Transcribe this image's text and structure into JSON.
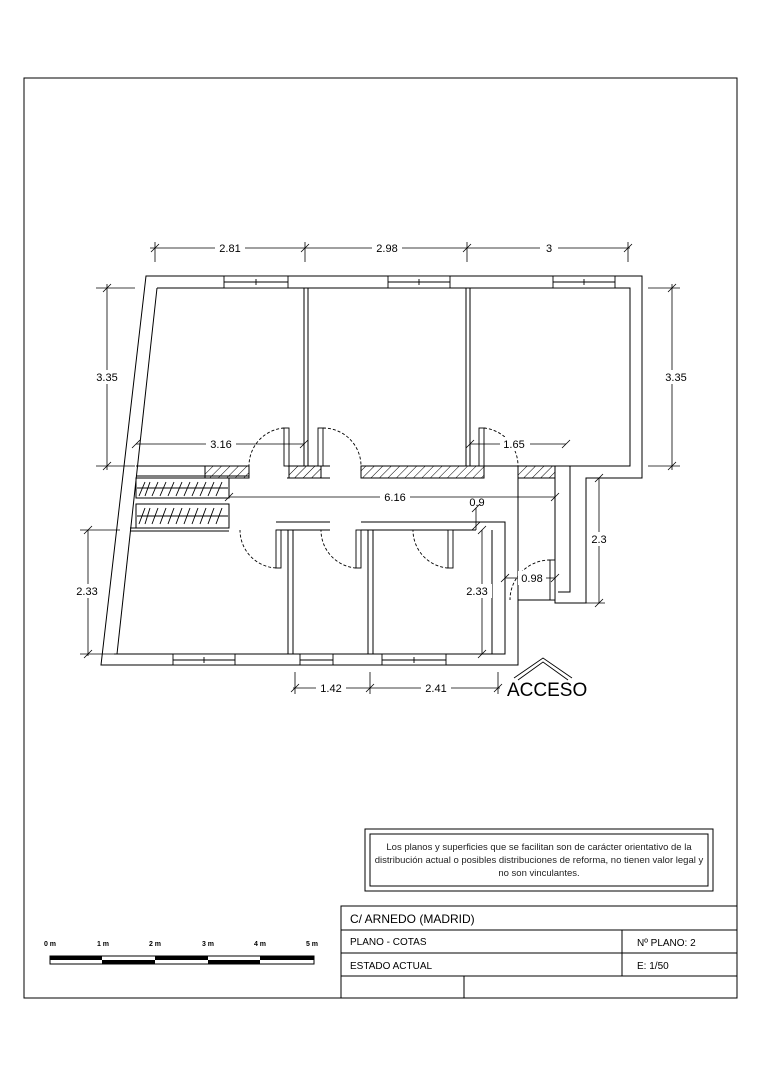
{
  "plan": {
    "dims_top": [
      "2.81",
      "2.98",
      "3"
    ],
    "dim_left_upper": "3.35",
    "dim_right_upper": "3.35",
    "dim_corridor_left": "3.16",
    "dim_corridor_right": "1.65",
    "dim_hall": "6.16",
    "dim_hall_end": "0.9",
    "dim_left_lower": "2.33",
    "dim_mid_lower": "2.33",
    "dim_right_side": "2.3",
    "dim_door": "0.98",
    "dims_bottom": [
      "1.42",
      "2.41"
    ],
    "access_label": "ACCESO"
  },
  "disclaimer": "Los planos y superficies que se facilitan son de carácter orientativo de la distribución actual o posibles distribuciones de reforma, no tienen valor legal y no son vinculantes.",
  "title_block": {
    "address": "C/  ARNEDO   (MADRID)",
    "plan_label": "PLANO  -  COTAS",
    "plan_number": "Nº PLANO:  2",
    "state": "ESTADO  ACTUAL",
    "scale": "E: 1/50"
  },
  "scale_bar": {
    "labels": [
      "0 m",
      "1 m",
      "2 m",
      "3 m",
      "4 m",
      "5 m"
    ]
  }
}
